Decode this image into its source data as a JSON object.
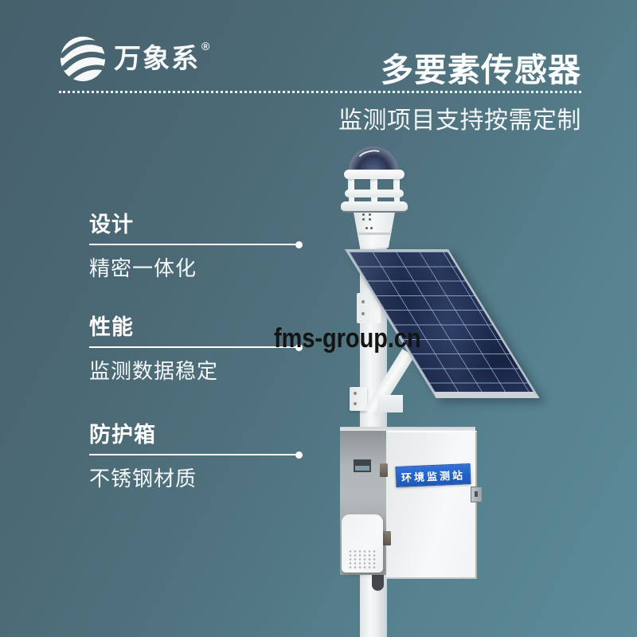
{
  "brand": {
    "logo_text": "万象系",
    "registered_mark": "®"
  },
  "header": {
    "title": "多要素传感器",
    "subtitle": "监测项目支持按需定制"
  },
  "features": [
    {
      "title": "设计",
      "description": "精密一体化"
    },
    {
      "title": "性能",
      "description": "监测数据稳定"
    },
    {
      "title": "防护箱",
      "description": "不锈钢材质"
    }
  ],
  "watermark": "fms-group.cn",
  "device": {
    "box_label": "环境监测站"
  },
  "colors": {
    "background_top": "#46606c",
    "background_bottom": "#5d8b99",
    "accent_label_blue": "#2465cc",
    "solar_panel_navy": "#1e294a",
    "text": "#ffffff",
    "watermark": "#141414"
  }
}
